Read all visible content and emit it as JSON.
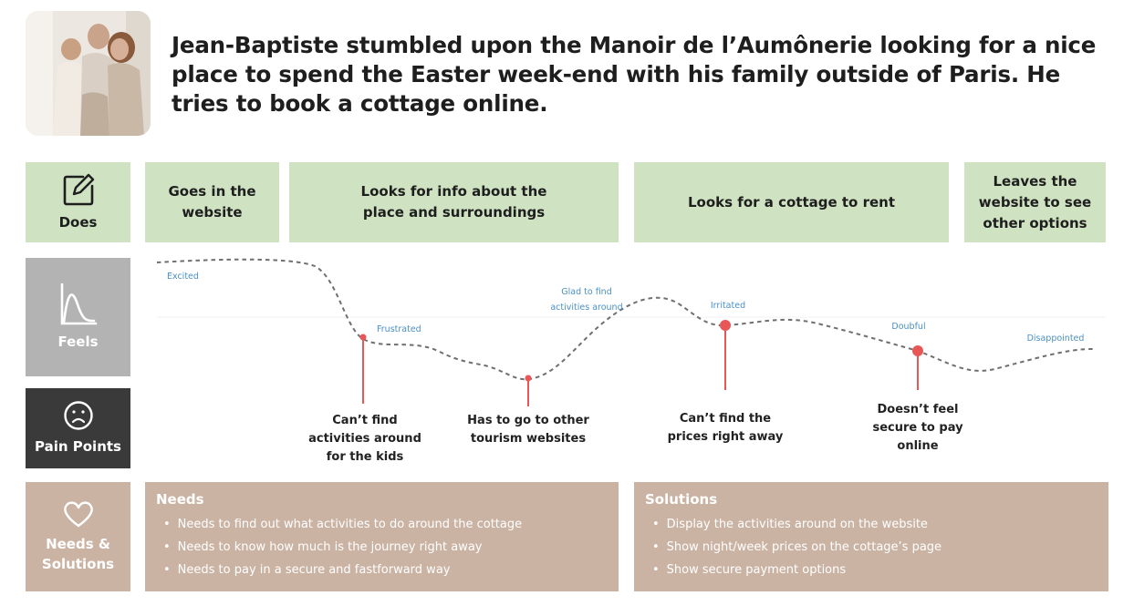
{
  "headline": "Jean-Baptiste stumbled upon the Manoir de l’Aumônerie looking for a nice place to spend the Easter week-end with his family outside of Paris. He tries to book a cottage online.",
  "rows": {
    "does": {
      "label": "Does",
      "icon": "edit-icon"
    },
    "feels": {
      "label": "Feels",
      "icon": "curve-icon"
    },
    "pain": {
      "label": "Pain Points",
      "icon": "sad-face-icon"
    },
    "needs": {
      "label": "Needs & Solutions",
      "icon": "heart-icon"
    }
  },
  "does": [
    "Goes in the website",
    "Looks for info about the place and surroundings",
    "Looks for a cottage to rent",
    "Leaves the website to see other options"
  ],
  "emotions": [
    "Excited",
    "Frustrated",
    "Glad to find",
    "activities around",
    "Irritated",
    "Doubful",
    "Disappointed"
  ],
  "pain_points": [
    "Can’t find activities around for the kids",
    "Has to go to other tourism websites",
    "Can’t find the prices right away",
    "Doesn’t feel secure to pay online"
  ],
  "needs": {
    "title": "Needs",
    "items": [
      "Needs to find out what activities to do around the cottage",
      "Needs to know how much is the journey right away",
      "Needs to pay in a secure and fastforward way"
    ]
  },
  "solutions": {
    "title": "Solutions",
    "items": [
      "Display the activities around on the website",
      "Show night/week prices on the cottage’s page",
      "Show secure payment options"
    ]
  },
  "colors": {
    "does": "#cfe2c2",
    "feels": "#b3b3b3",
    "pain": "#3a3a3a",
    "needs": "#cbb3a4",
    "pain_marker": "#e85656",
    "emotion_text": "#4a90c8"
  }
}
